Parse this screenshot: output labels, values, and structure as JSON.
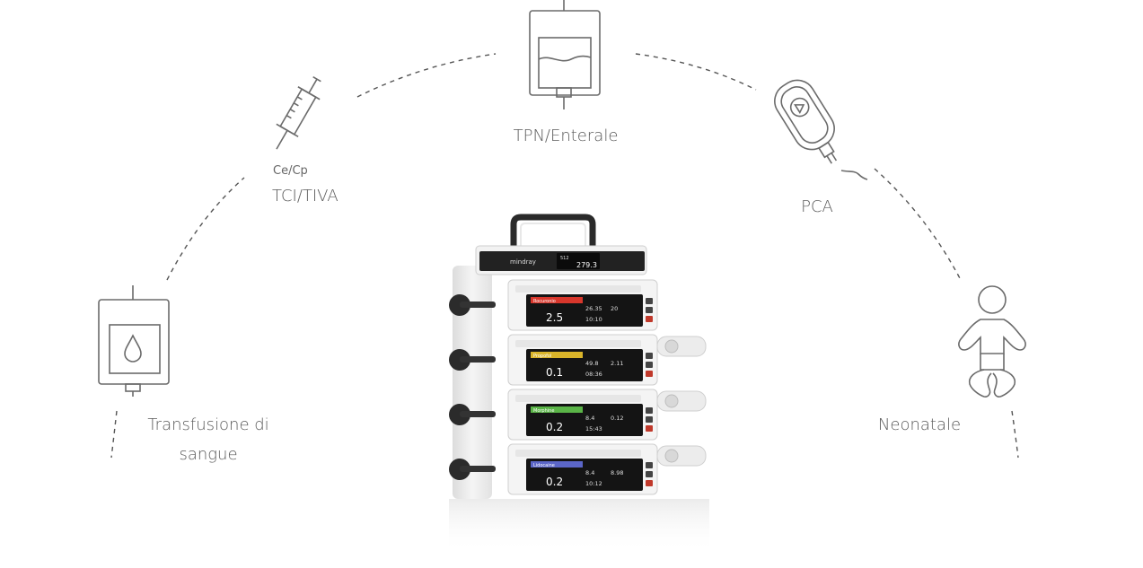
{
  "labels": {
    "blood": {
      "line1": "Transfusione di",
      "line2": "sangue"
    },
    "tci": {
      "sub": "Ce/Cp",
      "main": "TCI/TIVA"
    },
    "tpn": "TPN/Enterale",
    "pca": "PCA",
    "neonatal": "Neonatale"
  },
  "device": {
    "brand": "mindray",
    "top_display": {
      "line1": "512",
      "line2": "279.3"
    },
    "pumps": [
      {
        "drug": "Rocuronio",
        "color": "#d8372c",
        "rate": "2.5",
        "values": [
          "26.35",
          "20",
          "10:10"
        ]
      },
      {
        "drug": "Propofol",
        "color": "#d9b42a",
        "rate": "0.1",
        "values": [
          "49.8",
          "2.11",
          "08:36"
        ]
      },
      {
        "drug": "Morphine",
        "color": "#5ab447",
        "rate": "0.2",
        "values": [
          "8.4",
          "0.12",
          "15:43"
        ]
      },
      {
        "drug": "Lidocaine",
        "color": "#5b66c8",
        "rate": "0.2",
        "values": [
          "8.4",
          "8.98",
          "10:12"
        ]
      }
    ]
  },
  "colors": {
    "stroke": "#6b6b6b",
    "text": "#5a5a5a",
    "dash": "#555555"
  }
}
